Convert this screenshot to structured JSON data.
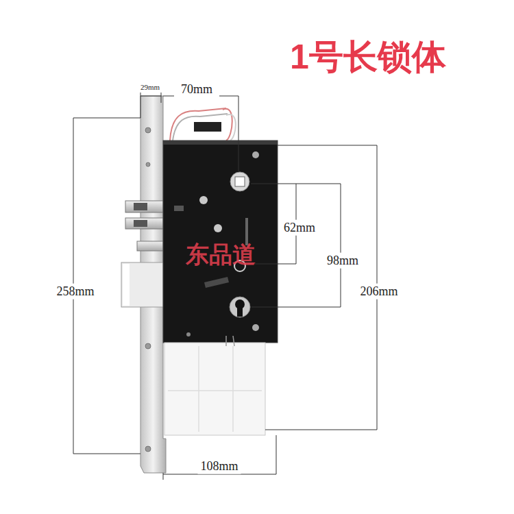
{
  "diagram": {
    "title": "1号长锁体",
    "labels": [
      "29mm",
      "70mm",
      "62mm",
      "东品道",
      "98mm",
      "258mm",
      "206mm",
      "108mm"
    ]
  }
}
